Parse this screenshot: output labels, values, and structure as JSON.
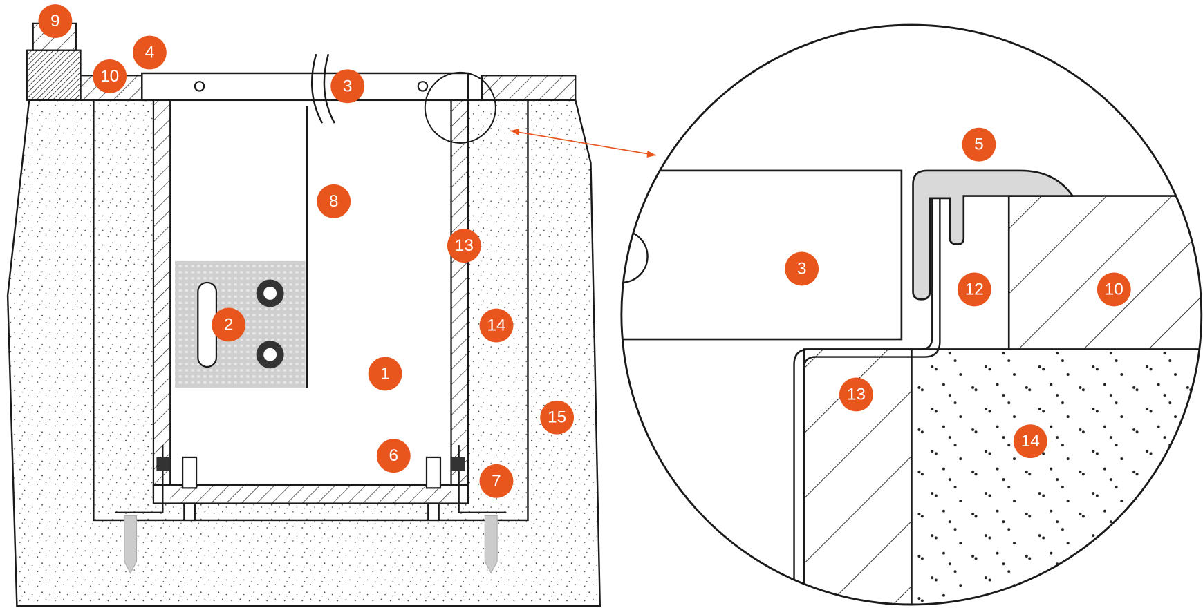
{
  "title": "Trench heater installation cross-section with detail view",
  "colors": {
    "accent": "#e8561e",
    "line": "#1a1a1a",
    "profile": "#d9d9d9"
  },
  "labels": {
    "n1": "1",
    "n2": "2",
    "n3": "3",
    "n4": "4",
    "n5": "5",
    "n6": "6",
    "n7": "7",
    "n8": "8",
    "n9": "9",
    "n10": "10",
    "n12": "12",
    "n13": "13",
    "n14": "14",
    "n15": "15"
  }
}
